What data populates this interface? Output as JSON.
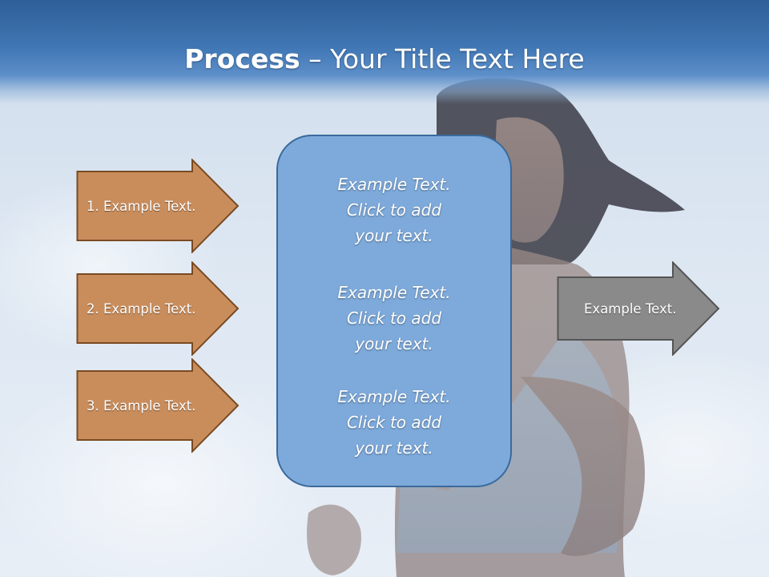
{
  "slide": {
    "title_bold": "Process",
    "title_rest": " – Your Title Text Here",
    "colors": {
      "header": "#3f76b4",
      "input_arrow_fill": "#c98d5c",
      "input_arrow_border": "#7a4a22",
      "center_box_fill": "#7eaadb",
      "center_box_border": "#3a6a9c",
      "output_arrow_fill": "#8a8a8a",
      "output_arrow_border": "#555555"
    },
    "input_arrows": [
      {
        "label": "1. Example Text."
      },
      {
        "label": "2. Example Text."
      },
      {
        "label": "3. Example Text."
      }
    ],
    "center_box": {
      "blocks": [
        {
          "line1": "Example Text.",
          "line2": "Click  to add",
          "line3": "your text."
        },
        {
          "line1": "Example Text.",
          "line2": "Click  to add",
          "line3": "your text."
        },
        {
          "line1": "Example Text.",
          "line2": "Click  to add",
          "line3": "your text."
        }
      ]
    },
    "output_arrow": {
      "label": "Example Text."
    }
  }
}
